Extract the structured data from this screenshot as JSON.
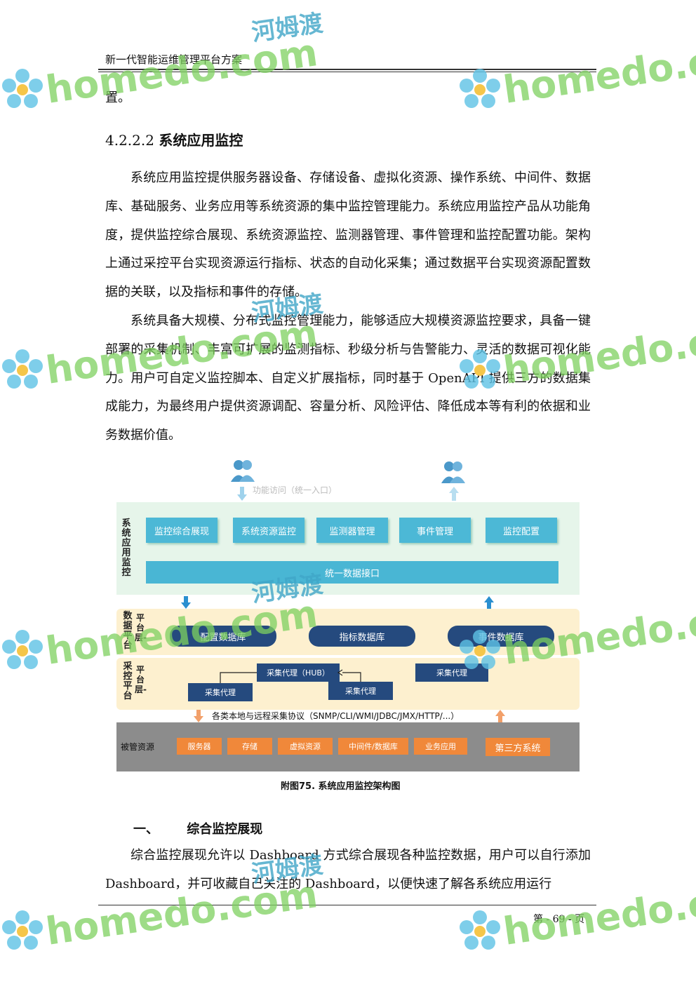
{
  "header": {
    "title": "新一代智能运维管理平台方案"
  },
  "top_fragment": "置。",
  "section": {
    "number": "4.2.2.2",
    "title": "系统应用监控"
  },
  "paragraphs": [
    "系统应用监控提供服务器设备、存储设备、虚拟化资源、操作系统、中间件、数据库、基础服务、业务应用等系统资源的集中监控管理能力。系统应用监控产品从功能角度，提供监控综合展现、系统资源监控、监测器管理、事件管理和监控配置功能。架构上通过采控平台实现资源运行指标、状态的自动化采集；通过数据平台实现资源配置数据的关联，以及指标和事件的存储。",
    "系统具备大规模、分布式监控管理能力，能够适应大规模资源监控要求，具备一键部署的采集机制、丰富可扩展的监测指标、秒级分析与告警能力、灵活的数据可视化能力。用户可自定义监控脚本、自定义扩展指标，同时基于 OpenAPI 提供三方的数据集成能力，为最终用户提供资源调配、容量分析、风险评估、降低成本等有利的依据和业务数据价值。"
  ],
  "diagram": {
    "access_label": "功能访问（统一入口）",
    "layer1_label": "系统应用监控",
    "modules": [
      "监控综合展现",
      "系统资源监控",
      "监测器管理",
      "事件管理",
      "监控配置"
    ],
    "unified_interface": "统一数据接口",
    "layer2_label": [
      "数据平台",
      "平台层-"
    ],
    "databases": [
      "配置数据库",
      "指标数据库",
      "事件数据库"
    ],
    "layer3_label": [
      "采控平台",
      "平台层-"
    ],
    "agents": {
      "hub": "采集代理（HUB）",
      "agent1": "采集代理",
      "agent2": "采集代理",
      "agent3": "采集代理"
    },
    "protocol": "各类本地与远程采集协议（SNMP/CLI/WMI/JDBC/JMX/HTTP/...）",
    "managed_label": "被管资源",
    "resources": [
      "服务器",
      "存储",
      "虚拟资源",
      "中间件/数据库",
      "业务应用"
    ],
    "third_party": "第三方系统"
  },
  "caption": "附图75.  系统应用监控架构图",
  "subsection": {
    "number": "一、",
    "title": "综合监控展现"
  },
  "paragraph3": "综合监控展现允许以 Dashboard 方式综合展现各种监控数据，用户可以自行添加 Dashboard，并可收藏自己关注的 Dashboard，以便快速了解各系统应用运行",
  "footer": {
    "page": "第 - 69 - 页"
  },
  "watermark": {
    "text": "homedo.com",
    "cn": "河姆渡"
  }
}
